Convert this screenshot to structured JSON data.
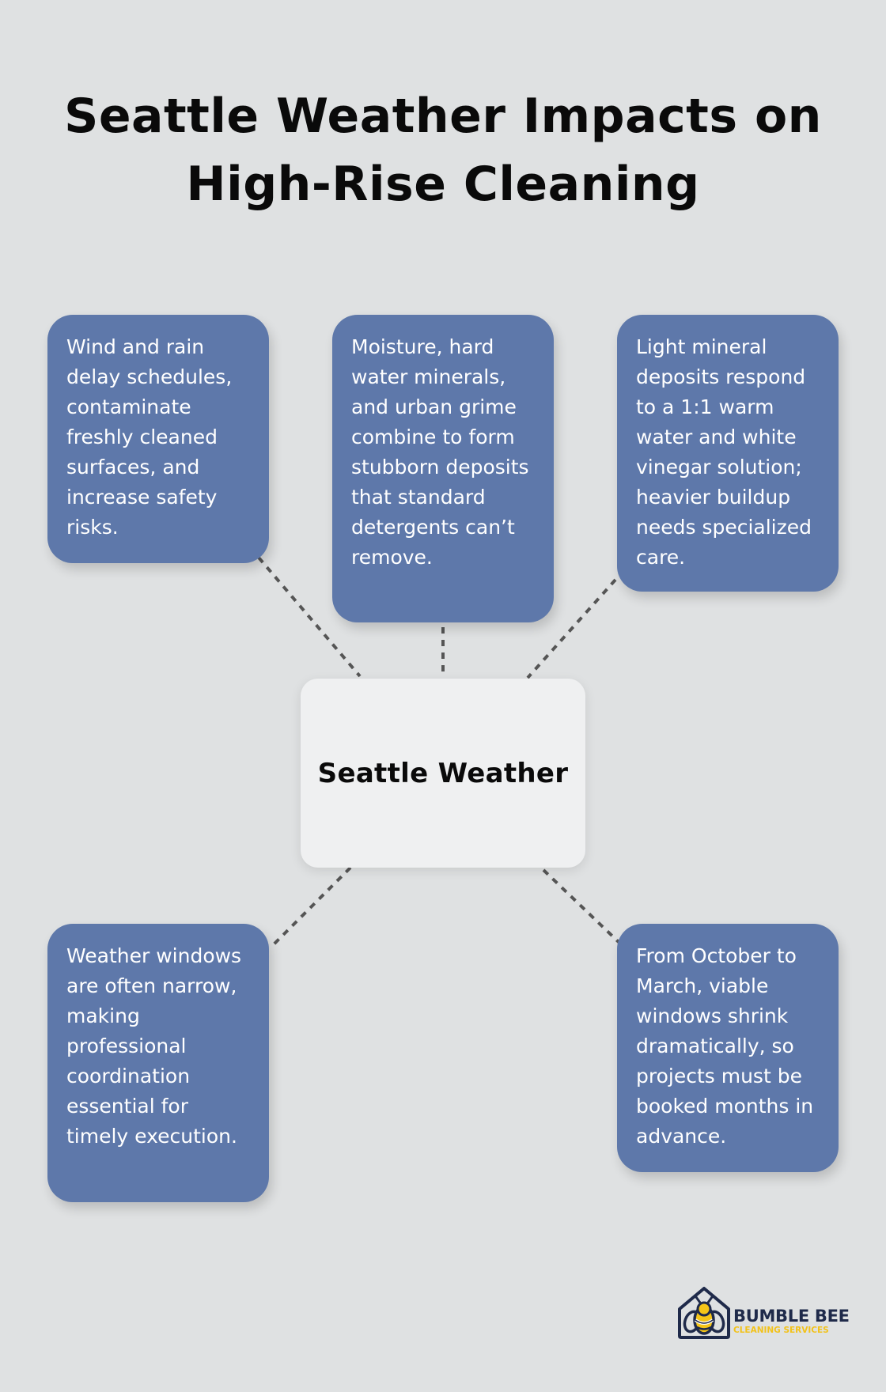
{
  "title": {
    "line1": "Seattle Weather Impacts on",
    "line2": "High-Rise Cleaning"
  },
  "center": {
    "label": "Seattle Weather"
  },
  "cards": [
    {
      "text": "Wind and rain delay schedules, contaminate freshly cleaned surfaces, and increase safety risks."
    },
    {
      "text": "Moisture, hard water minerals, and urban grime combine to form stubborn deposits that standard detergents can’t remove."
    },
    {
      "text": "Light mineral deposits respond to a 1:1 warm water and white vinegar solution; heavier buildup needs specialized care."
    },
    {
      "text": "Weather windows are often narrow, making professional coordination essential for timely execution."
    },
    {
      "text": "From October to March, viable windows shrink dramatically, so projects must be booked months in advance."
    }
  ],
  "logo": {
    "name": "BUMBLE BEE",
    "tagline": "CLEANING SERVICES",
    "icon": "bee-house-icon"
  },
  "colors": {
    "background": "#dfe1e2",
    "card": "#5e78aa",
    "center_box": "#eff0f1",
    "connector": "#555555",
    "logo_navy": "#1f2a4a",
    "logo_yellow": "#f2c21a"
  }
}
